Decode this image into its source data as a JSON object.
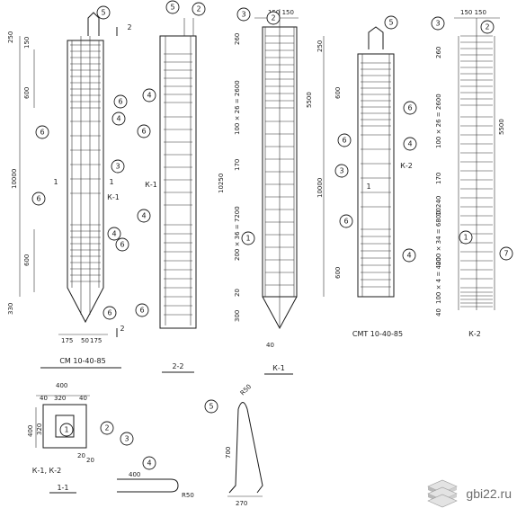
{
  "captions": {
    "cm": "СМ 10-40-85",
    "cmt": "СМТ 10-40-85",
    "section22": "2-2",
    "k1": "К-1",
    "k2": "К-2",
    "section11": "1-1",
    "k1k2": "К-1, К-2",
    "label_k1": "К-1",
    "label_k2": "К-2",
    "sec1": "1",
    "sec2": "2"
  },
  "dims": {
    "d10000": "10000",
    "d250": "250",
    "d150": "150",
    "d600": "600",
    "d330": "330",
    "d175a": "175",
    "d50": "50",
    "d175b": "175",
    "d10250": "10250",
    "d260": "260",
    "d100x26": "100 × 26 = 2600",
    "d5500": "5500",
    "d170": "170",
    "d200x36": "200 × 36 = 7200",
    "d20": "20",
    "d300": "300",
    "d40": "40",
    "d150_150": "150 150",
    "d10240": "10240",
    "d200x34": "200 × 34 = 6800",
    "d100x4": "100 × 4 = 400",
    "d400": "400",
    "d40a": "40",
    "d320": "320",
    "d40b": "40",
    "d320v": "320",
    "d20a": "20",
    "d20b": "20",
    "d270": "270",
    "d700": "700",
    "dR50": "R50",
    "dR50b": "R50"
  },
  "refs": [
    "1",
    "2",
    "3",
    "4",
    "5",
    "6",
    "7"
  ],
  "watermark": {
    "brand": "gbi22.ru",
    "logo_icon": "stacked-slabs-icon"
  }
}
